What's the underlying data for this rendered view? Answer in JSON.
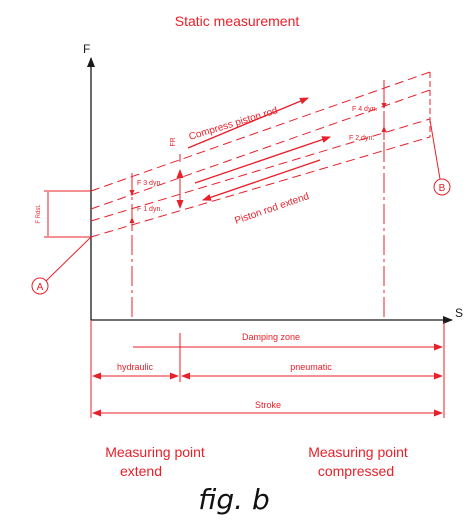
{
  "title": "Static measurement",
  "axes": {
    "y_label": "F",
    "x_label": "S"
  },
  "markers": {
    "a": "A",
    "b": "B"
  },
  "labels": {
    "compress": "Compress piston rod",
    "extend": "Piston rod extend",
    "f_rdst": "F Rdst.",
    "f_r": "FR",
    "f1": "F 1 dyn.",
    "f2": "F 2 dyn.",
    "f3": "F 3 dyn.",
    "f4": "F 4 dyn."
  },
  "zones": {
    "damping": "Damping zone",
    "hydraulic": "hydraulic",
    "pneumatic": "pneumatic",
    "stroke": "Stroke"
  },
  "measuring_points": {
    "extend_line1": "Measuring point",
    "extend_line2": "extend",
    "compressed_line1": "Measuring point",
    "compressed_line2": "compressed"
  },
  "caption": "fig. b",
  "colors": {
    "accent": "#e8202a",
    "axis": "#1a1a1a"
  }
}
